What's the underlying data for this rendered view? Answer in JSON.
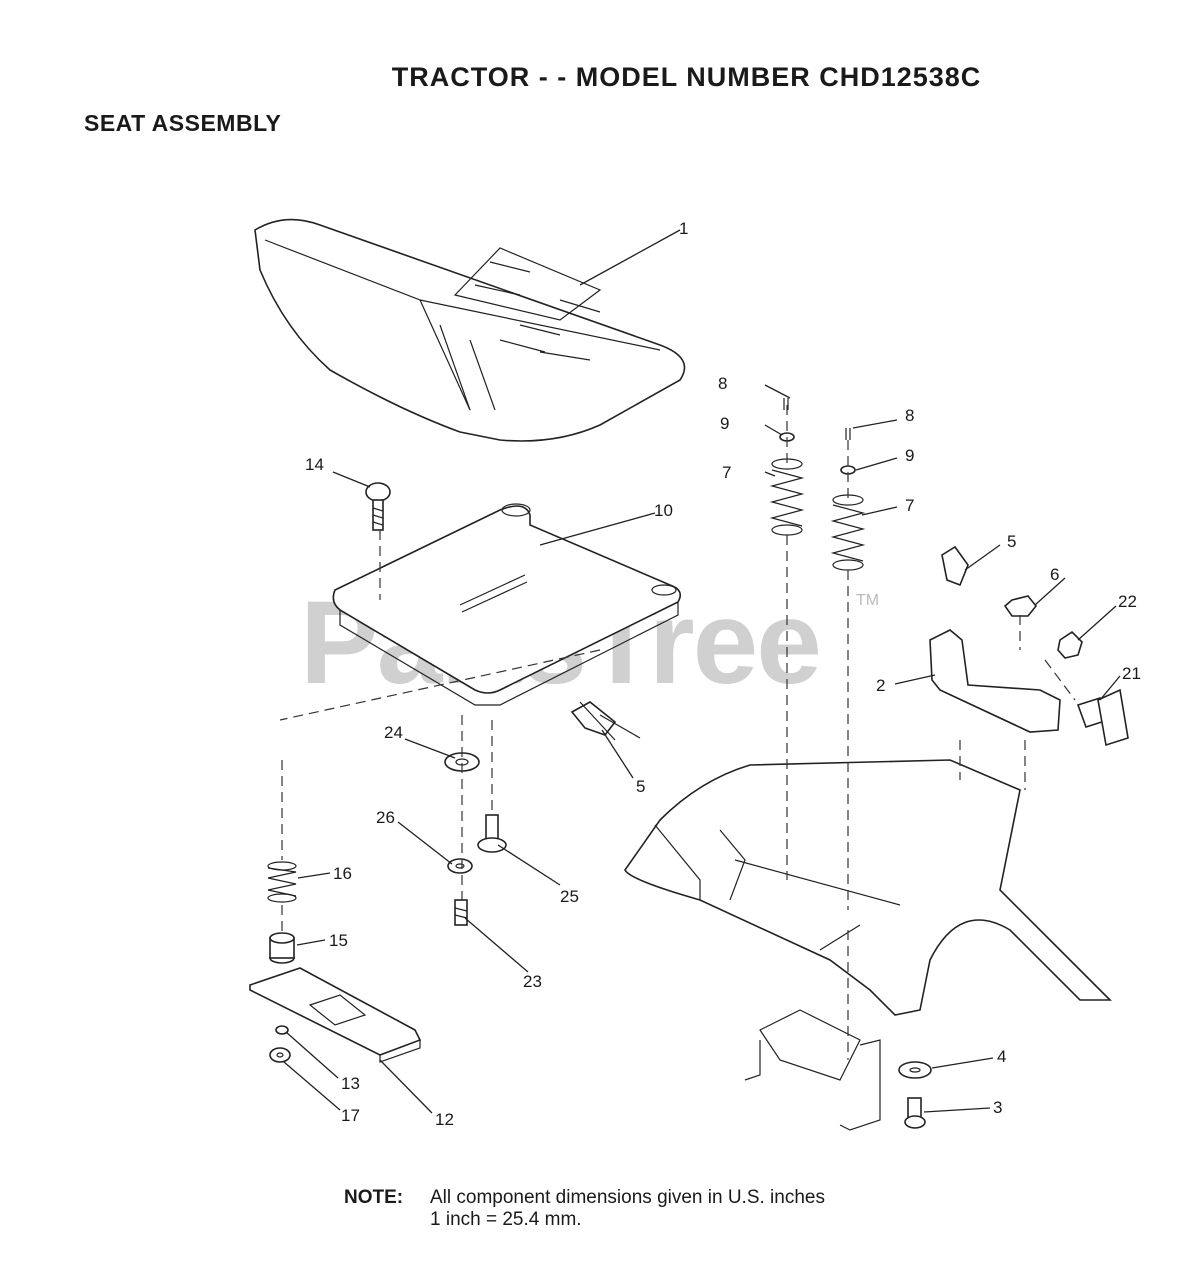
{
  "header": {
    "title": "TRACTOR - - MODEL NUMBER CHD12538C",
    "section": "SEAT ASSEMBLY"
  },
  "watermark": {
    "text": "PartsTree",
    "tm": "TM"
  },
  "callouts": {
    "c1": "1",
    "c2": "2",
    "c3": "3",
    "c4": "4",
    "c5a": "5",
    "c5b": "5",
    "c6": "6",
    "c7a": "7",
    "c7b": "7",
    "c8a": "8",
    "c8b": "8",
    "c9a": "9",
    "c9b": "9",
    "c10": "10",
    "c12": "12",
    "c13": "13",
    "c14": "14",
    "c15": "15",
    "c16": "16",
    "c17": "17",
    "c21": "21",
    "c22": "22",
    "c23": "23",
    "c24": "24",
    "c25": "25",
    "c26": "26"
  },
  "note": {
    "label": "NOTE:",
    "line1": "All component dimensions given in U.S. inches",
    "line2": "1 inch = 25.4 mm."
  }
}
